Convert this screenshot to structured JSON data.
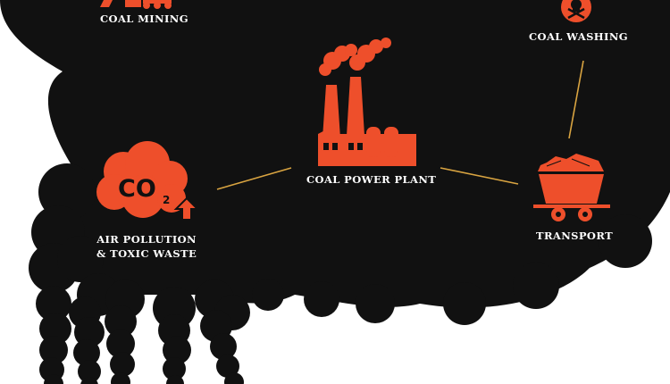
{
  "colors": {
    "smoke": "#111111",
    "accent": "#ee4f2b",
    "connector": "#d9a441",
    "label": "#ffffff",
    "background": "#ffffff"
  },
  "nodes": {
    "coal_mining": {
      "label": "COAL MINING",
      "icon": "mining-icon"
    },
    "coal_washing": {
      "label": "COAL WASHING",
      "icon": "skull-crossbones-icon"
    },
    "power_plant": {
      "label": "COAL POWER PLANT",
      "icon": "factory-icon"
    },
    "transport": {
      "label": "TRANSPORT",
      "icon": "coal-cart-icon"
    },
    "air_pollution": {
      "line1": "AIR POLLUTION",
      "line2": "& TOXIC WASTE",
      "icon": "co2-cloud-icon",
      "co2_text": "CO",
      "co2_sub": "2"
    }
  }
}
